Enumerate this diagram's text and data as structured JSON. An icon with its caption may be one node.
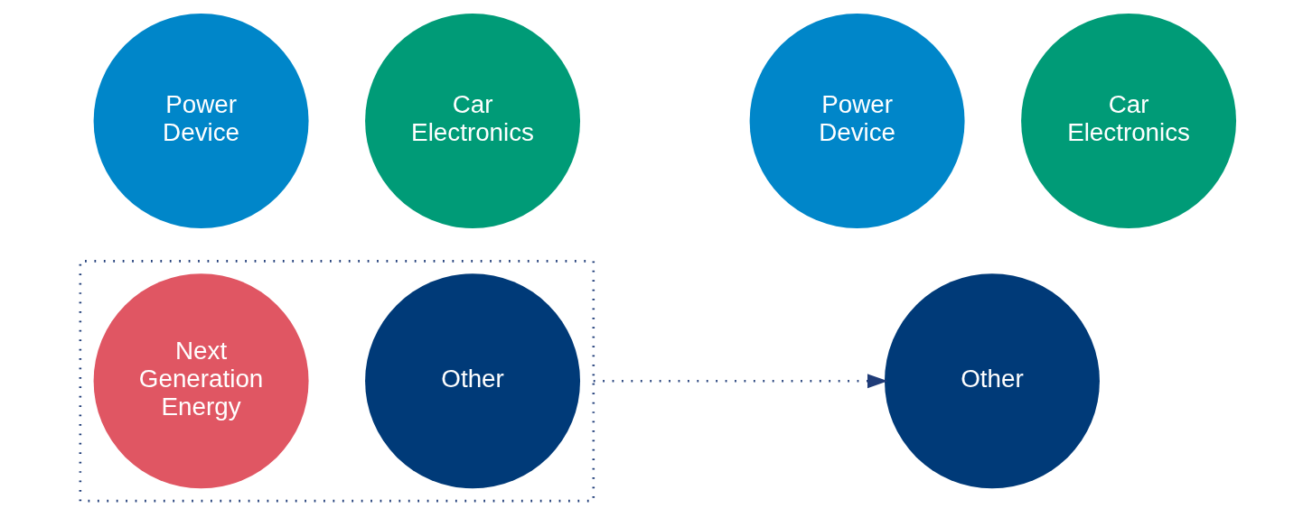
{
  "diagram": {
    "nodes": [
      {
        "text": [
          "Power Device"
        ]
      },
      {
        "text": [
          "Car Electronics"
        ]
      },
      {
        "text": [],
        "shape": "box"
      },
      {
        "text": [
          "Next Generation Energy"
        ],
        "in": 2
      },
      {
        "text": [
          "Other"
        ],
        "in": 2
      },
      {
        "text": [
          "Power Device"
        ]
      },
      {
        "text": [
          "Car Electronics"
        ]
      },
      {
        "text": [
          "Other"
        ]
      }
    ],
    "edges": [
      {
        "from": 2,
        "to": 7,
        "arrow": "to",
        "style": "dashed"
      }
    ]
  }
}
